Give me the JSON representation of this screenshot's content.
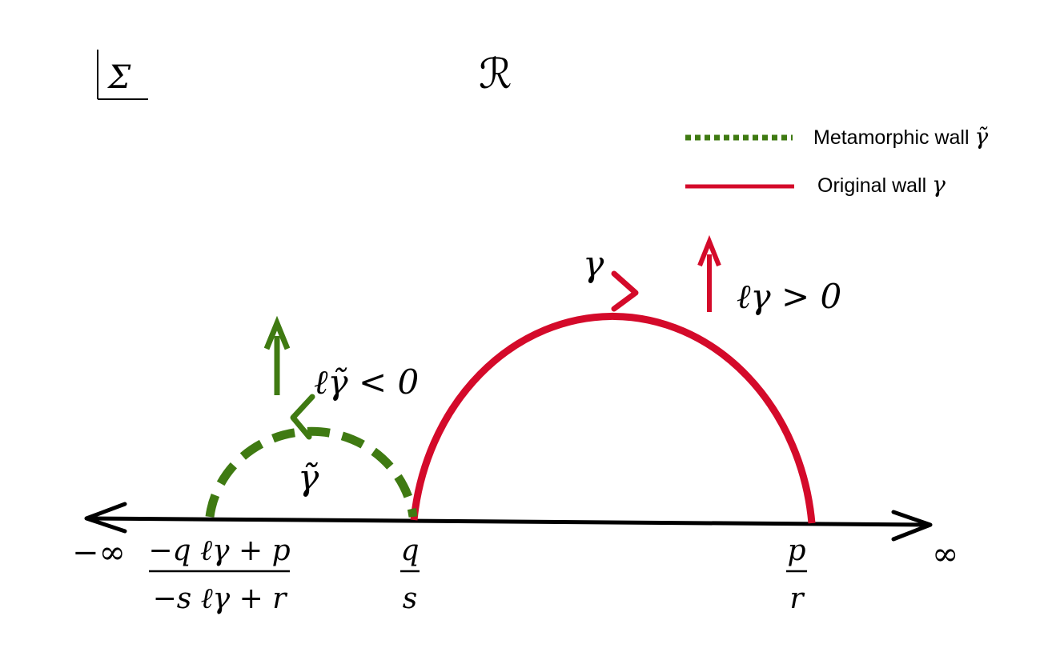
{
  "corner_symbol": "Σ",
  "region_symbol": "ℛ",
  "legend": {
    "metamorphic": {
      "label": "Metamorphic wall ",
      "symbol": "γ̃",
      "color": "#3f7a12"
    },
    "original": {
      "label": "Original wall ",
      "symbol": "γ",
      "color": "#d40a2a"
    }
  },
  "axis": {
    "left_label": "−∞",
    "right_label": "∞",
    "points": {
      "tilde_endpoint": {
        "numerator": "−q ℓγ + p",
        "denominator": "−s ℓγ + r"
      },
      "q_over_s": {
        "numerator": "q",
        "denominator": "s"
      },
      "p_over_r": {
        "numerator": "p",
        "denominator": "r"
      }
    }
  },
  "walls": {
    "original": {
      "label": "γ",
      "slope_label": "ℓγ > 0"
    },
    "metamorphic": {
      "label": "γ̃",
      "slope_label": "ℓγ̃ < 0"
    }
  },
  "colors": {
    "red": "#d40a2a",
    "green": "#3f7a12",
    "axis": "#000000"
  }
}
